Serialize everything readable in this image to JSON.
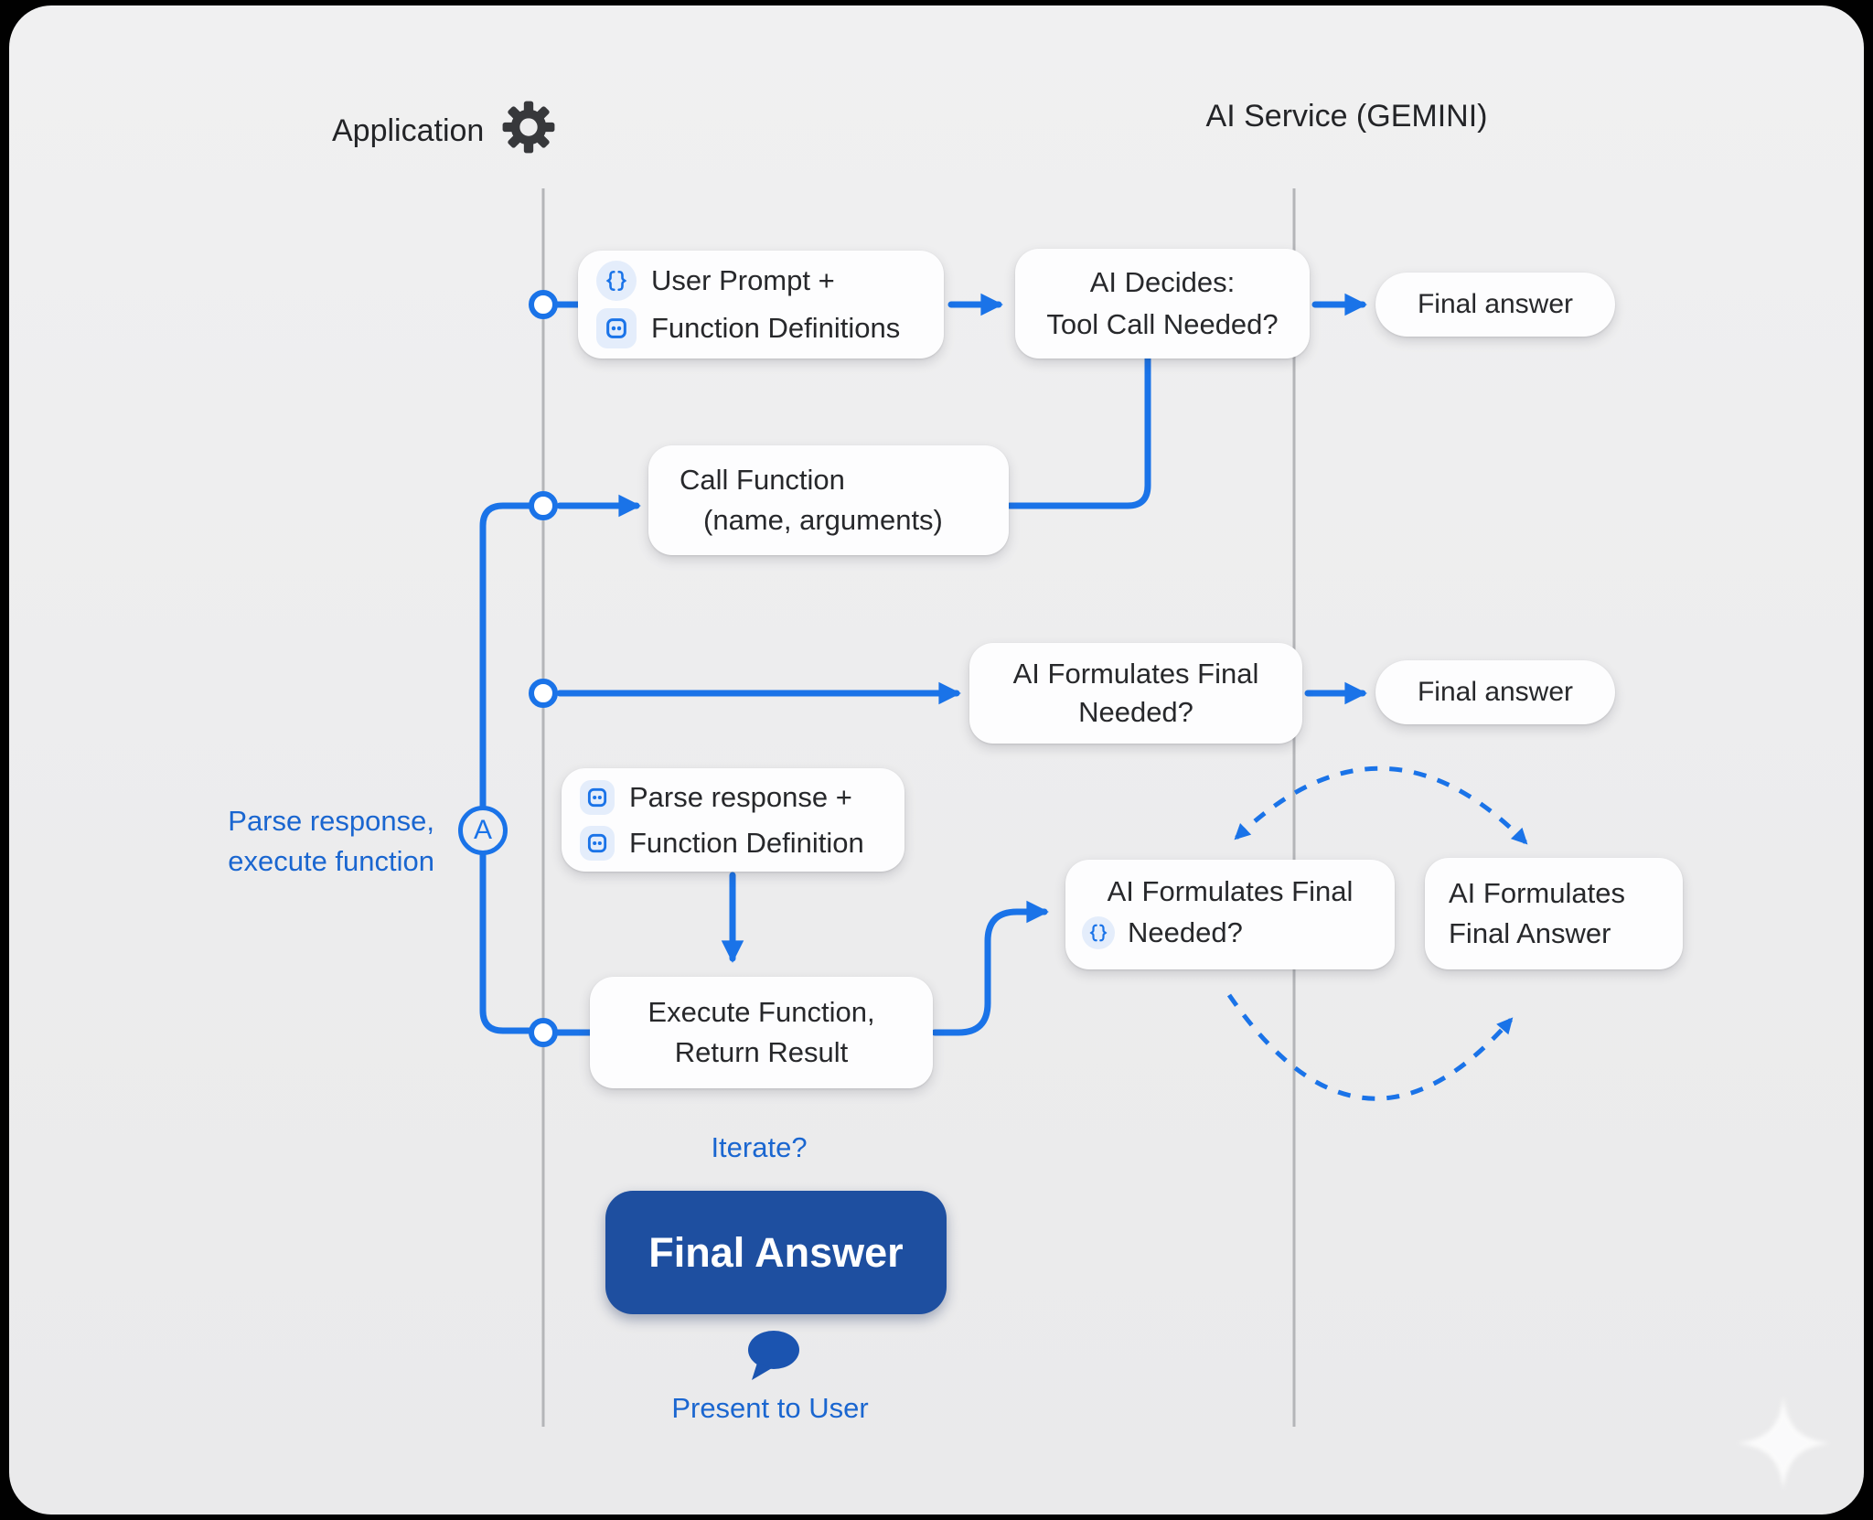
{
  "header": {
    "left": "Application",
    "right": "AI Service (GEMINI)"
  },
  "boxes": {
    "user_prompt": {
      "line1": "User Prompt +",
      "line2": "Function Definitions"
    },
    "ai_decides": {
      "line1": "AI Decides:",
      "line2": "Tool Call Needed?"
    },
    "call_function": {
      "line1": "Call Function",
      "line2": "(name, arguments)"
    },
    "ai_formulates_mid": {
      "line1": "AI Formulates Final",
      "line2": "Needed?"
    },
    "parse_response": {
      "line1": "Parse response +",
      "line2": "Function Definition"
    },
    "execute_function": {
      "line1": "Execute Function,",
      "line2": "Return Result"
    },
    "ai_formulates_needed": {
      "line1": "AI Formulates Final",
      "line2": "Needed?"
    },
    "ai_formulates_answer": {
      "line1": "AI Formulates",
      "line2": "Final Answer"
    }
  },
  "pills": {
    "final_answer_top": "Final answer",
    "final_answer_mid": "Final answer"
  },
  "labels": {
    "parse_execute_line1": "Parse response,",
    "parse_execute_line2": "execute function",
    "loop_marker": "A",
    "iterate": "Iterate?",
    "final_answer_button": "Final Answer",
    "present_to_user": "Present to User"
  },
  "icons": {
    "header": "gear-icon",
    "user_prompt_row1": "curly-braces-icon",
    "user_prompt_row2": "function-block-icon",
    "parse_row1": "function-block-icon",
    "parse_row2": "function-block-icon",
    "needed_row": "curly-braces-icon",
    "present": "speech-bubble-icon",
    "watermark": "sparkle-icon"
  },
  "colors": {
    "accent_blue": "#1a73e8",
    "label_blue": "#1a66d0",
    "button_blue": "#1e4fa0",
    "bubble_blue": "#1b54b0",
    "card_bg": "#ededee",
    "lifeline_gray": "#b4b5b8",
    "box_text": "#27282b"
  }
}
